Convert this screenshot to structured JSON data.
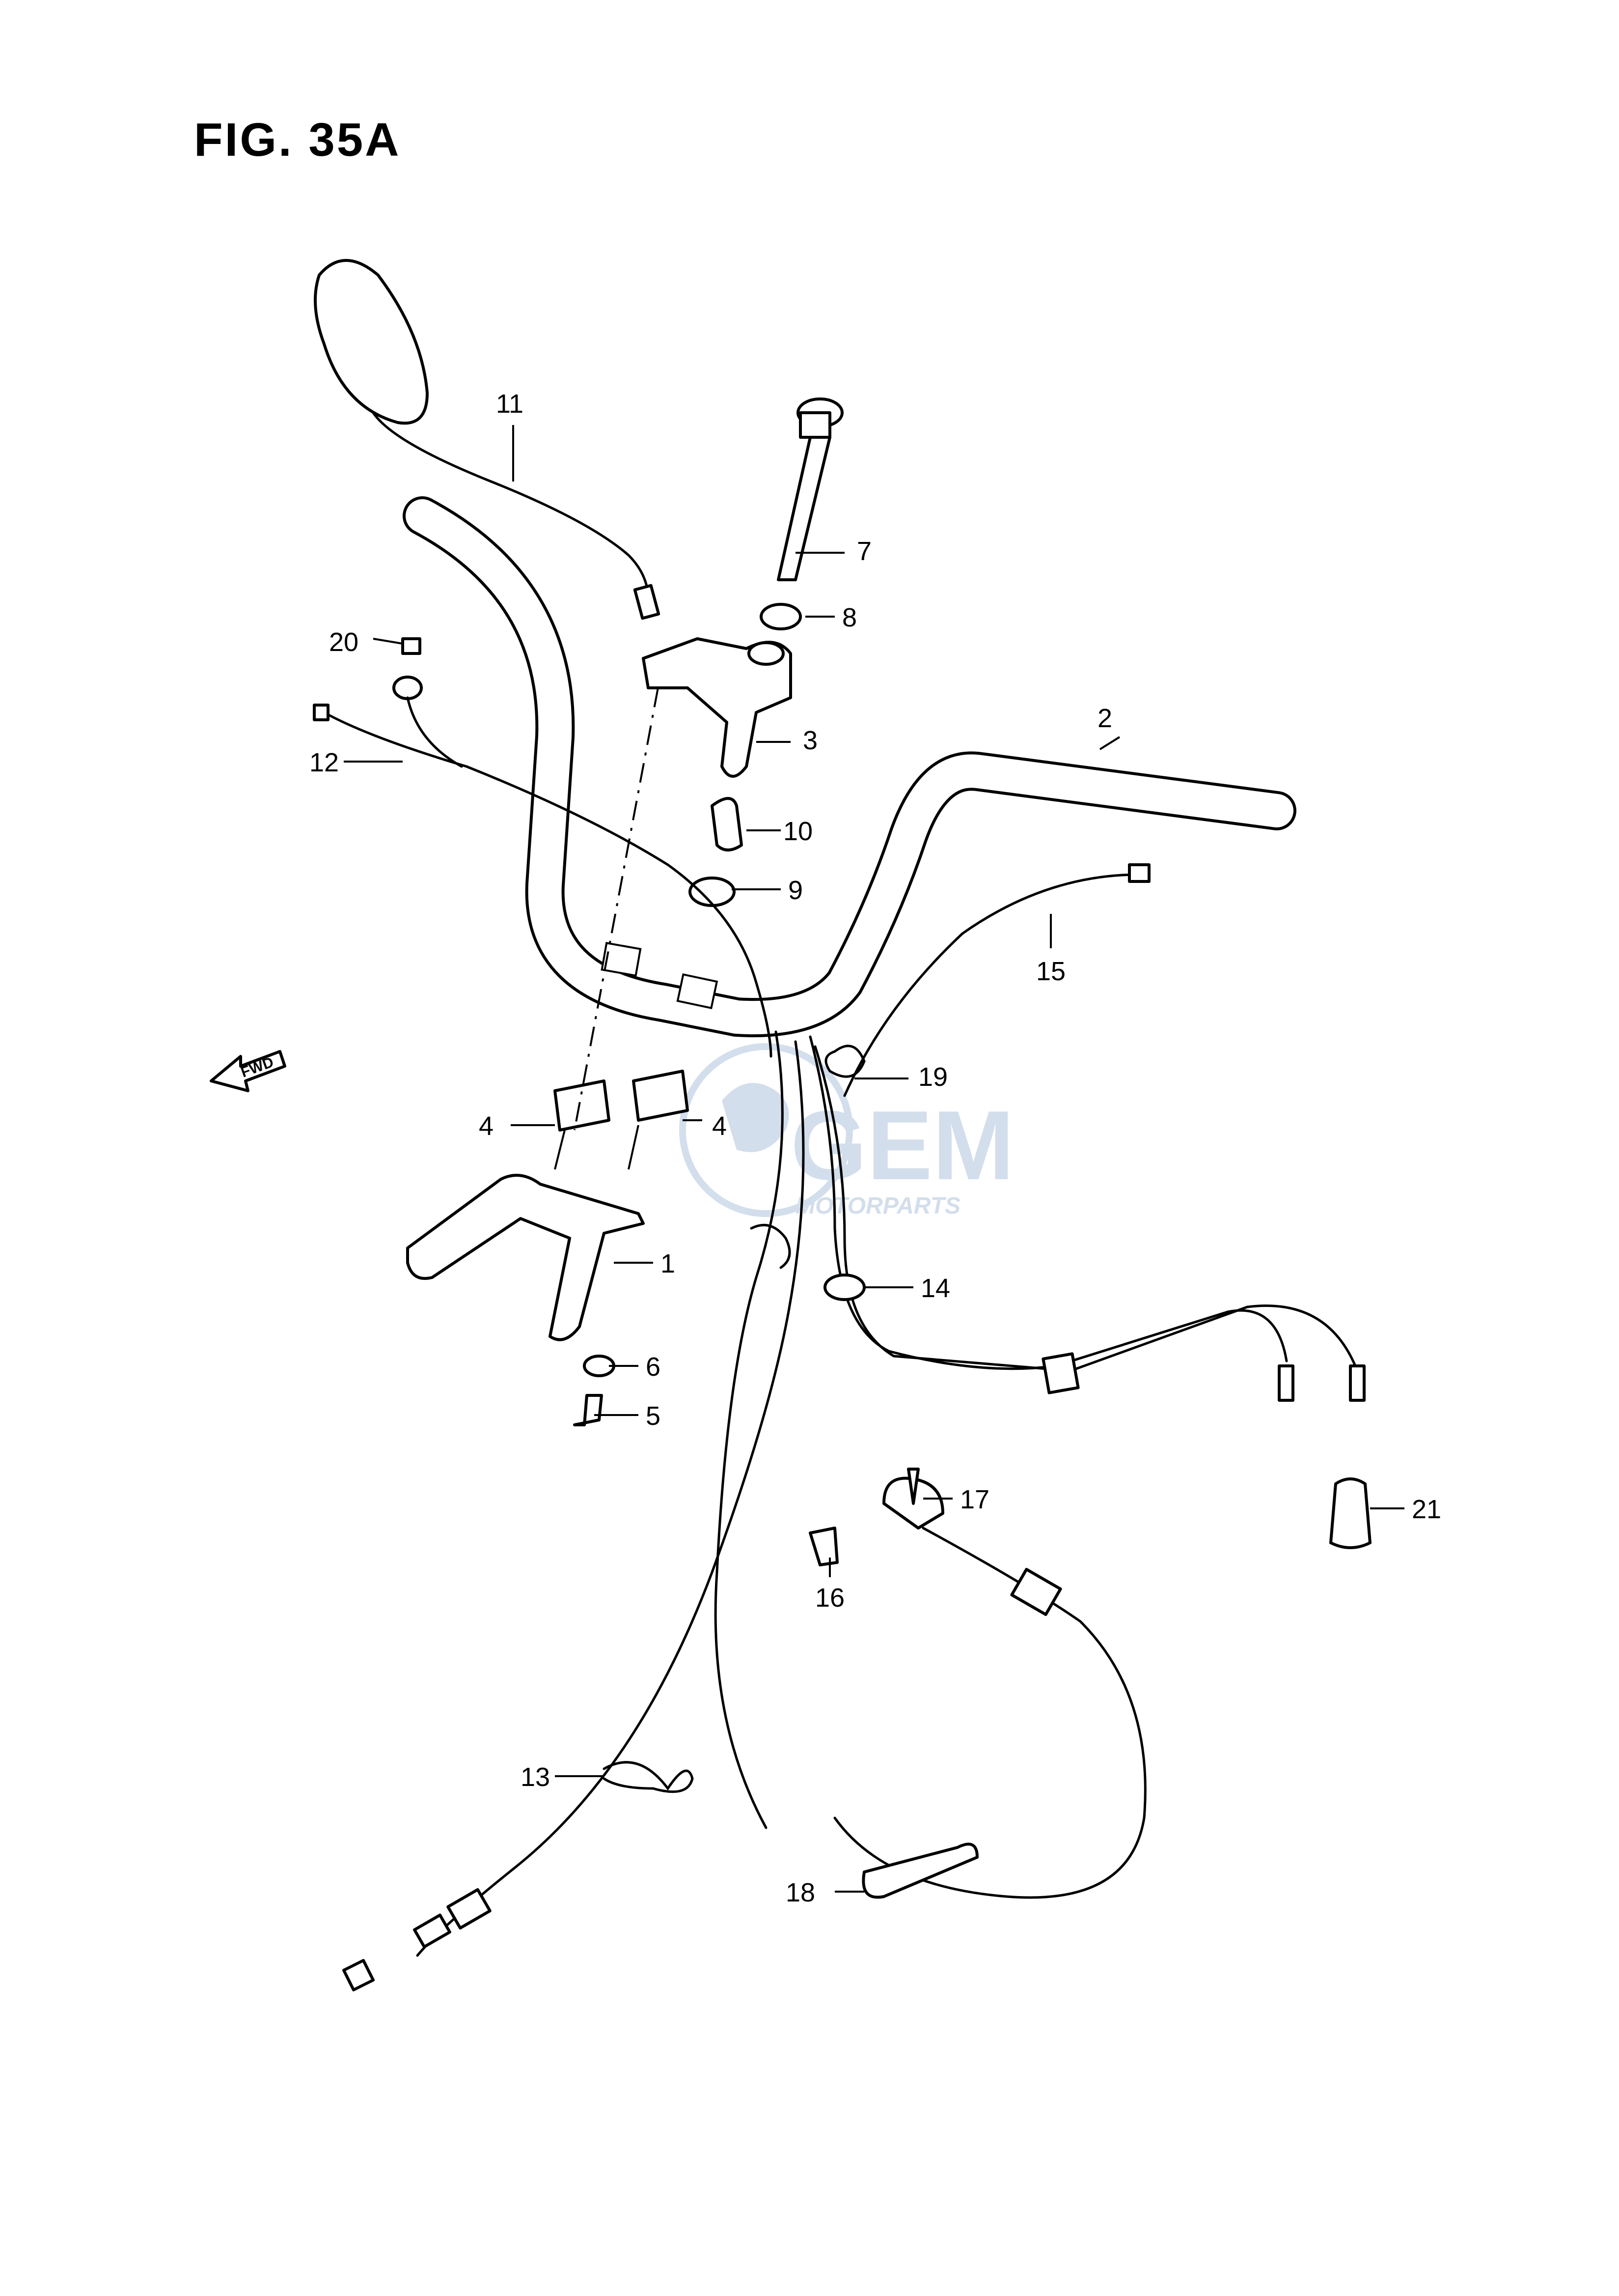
{
  "figure": {
    "title": "FIG. 35A"
  },
  "direction_label": "FWD",
  "watermark": {
    "brand": "GEM",
    "sub": "MOTORPARTS",
    "color": "#9fb8d6"
  },
  "callouts": {
    "p1": "1",
    "p2": "2",
    "p3": "3",
    "p4a": "4",
    "p4b": "4",
    "p5": "5",
    "p6": "6",
    "p7": "7",
    "p8": "8",
    "p9": "9",
    "p10": "10",
    "p11": "11",
    "p12": "12",
    "p13": "13",
    "p14": "14",
    "p15": "15",
    "p16": "16",
    "p17": "17",
    "p18": "18",
    "p19": "19",
    "p20": "20",
    "p21": "21"
  }
}
